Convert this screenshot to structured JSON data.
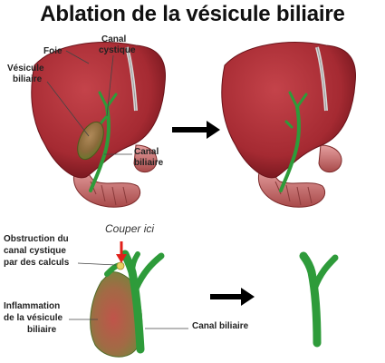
{
  "title": "Ablation de la vésicule biliaire",
  "labels": {
    "foie": "Foie",
    "canal_cystique": [
      "Canal",
      "cystique"
    ],
    "vesicule_biliaire": [
      "Vésicule",
      "biliaire"
    ],
    "canal_biliaire_top": [
      "Canal",
      "biliaire"
    ],
    "couper_ici": "Couper ici",
    "obstruction": [
      "Obstruction du",
      "canal cystique",
      "par des calculs"
    ],
    "inflammation": [
      "Inflammation",
      "de la vésicule",
      "biliaire"
    ],
    "canal_biliaire_bottom": "Canal biliaire"
  },
  "colors": {
    "liver": "#a52a32",
    "liver_dark": "#7d1a22",
    "duct": "#2e9b3a",
    "gallbladder": "#7a8a3a",
    "arrow": "#000000",
    "cut_arrow": "#e0201a",
    "intestine": "#c86a6a"
  }
}
